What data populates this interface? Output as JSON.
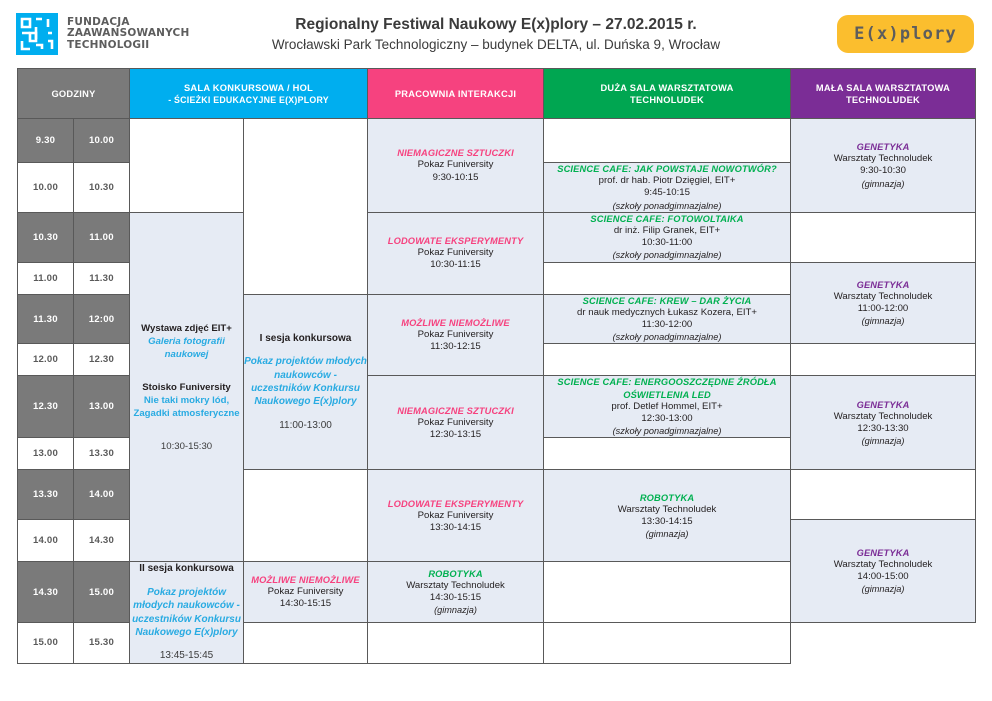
{
  "header": {
    "brand_name": "FUNDACJA\nZAAWANSOWANYCH\nTECHNOLOGII",
    "title_main": "Regionalny Festiwal Naukowy E(x)plory – 27.02.2015 r.",
    "title_sub": "Wrocławski Park Technologiczny – budynek DELTA, ul. Duńska 9, Wrocław",
    "logo_text": "E(x)plory"
  },
  "columns": {
    "godziny": "GODZINY",
    "sala_line1": "SALA KONKURSOWA / HOL",
    "sala_line2": "- Ścieżki edukacyjne E(x)plory",
    "pracownia": "PRACOWNIA INTERAKCJI",
    "duza_line1": "DUŻA SALA WARSZTATOWA",
    "duza_line2": "TECHNOLUDEK",
    "mala_line1": "MAŁA SALA WARSZTATOWA",
    "mala_line2": "TECHNOLUDEK"
  },
  "times": [
    {
      "from": "9.30",
      "to": "10.00"
    },
    {
      "from": "10.00",
      "to": "10.30"
    },
    {
      "from": "10.30",
      "to": "11.00"
    },
    {
      "from": "11.00",
      "to": "11.30"
    },
    {
      "from": "11.30",
      "to": "12:00"
    },
    {
      "from": "12.00",
      "to": "12.30"
    },
    {
      "from": "12.30",
      "to": "13.00"
    },
    {
      "from": "13.00",
      "to": "13.30"
    },
    {
      "from": "13.30",
      "to": "14.00"
    },
    {
      "from": "14.00",
      "to": "14.30"
    },
    {
      "from": "14.30",
      "to": "15.00"
    },
    {
      "from": "15.00",
      "to": "15.30"
    }
  ],
  "expo": {
    "head1": "Wystawa zdjęć EIT+",
    "sub1": "Galeria fotografii naukowej",
    "head2": "Stoisko Funiversity",
    "sub2": "Nie taki mokry lód, Zagadki atmosferyczne",
    "time": "10:30-15:30"
  },
  "sessions": [
    {
      "head": "I sesja konkursowa",
      "body": "Pokaz projektów młodych naukowców - uczestników Konkursu Naukowego E(x)plory",
      "time": "11:00-13:00"
    },
    {
      "head": "II sesja konkursowa",
      "body": "Pokaz projektów młodych naukowców - uczestników Konkursu Naukowego E(x)plory",
      "time": "13:45-15:45"
    }
  ],
  "pracownia_events": [
    {
      "title": "NIEMAGICZNE SZTUCZKI",
      "line": "Pokaz Funiversity",
      "time": "9:30-10:15"
    },
    {
      "title": "LODOWATE EKSPERYMENTY",
      "line": "Pokaz Funiversity",
      "time": "10:30-11:15"
    },
    {
      "title": "MOŻLIWE NIEMOŻLIWE",
      "line": "Pokaz Funiversity",
      "time": "11:30-12:15"
    },
    {
      "title": "NIEMAGICZNE SZTUCZKI",
      "line": "Pokaz Funiversity",
      "time": "12:30-13:15"
    },
    {
      "title": "LODOWATE EKSPERYMENTY",
      "line": "Pokaz Funiversity",
      "time": "13:30-14:15"
    },
    {
      "title": "MOŻLIWE NIEMOŻLIWE",
      "line": "Pokaz Funiversity",
      "time": "14:30-15:15"
    }
  ],
  "duza_events": [
    {
      "title": "SCIENCE CAFE: JAK POWSTAJE NOWOTWÓR?",
      "line": "prof. dr hab. Piotr Dzięgiel, EIT+",
      "time": "9:45-10:15",
      "note": "(szkoły ponadgimnazjalne)"
    },
    {
      "title": "SCIENCE CAFE: FOTOWOLTAIKA",
      "line": "dr inż. Filip Granek, EIT+",
      "time": "10:30-11:00",
      "note": "(szkoły ponadgimnazjalne)"
    },
    {
      "title": "SCIENCE CAFE: KREW – DAR ŻYCIA",
      "line": "dr nauk medycznych Łukasz Kozera, EIT+",
      "time": "11:30-12:00",
      "note": "(szkoły ponadgimnazjalne)"
    },
    {
      "title": "SCIENCE CAFE: ENERGOOSZCZĘDNE ŹRÓDŁA OŚWIETLENIA LED",
      "line": "prof. Detlef Hommel, EIT+",
      "time": "12:30-13:00",
      "note": "(szkoły ponadgimnazjalne)"
    },
    {
      "title": "ROBOTYKA",
      "line": "Warsztaty Technoludek",
      "time": "13:30-14:15",
      "note": "(gimnazja)"
    },
    {
      "title": "ROBOTYKA",
      "line": "Warsztaty Technoludek",
      "time": "14:30-15:15",
      "note": "(gimnazja)"
    }
  ],
  "mala_events": [
    {
      "title": "GENETYKA",
      "line": "Warsztaty Technoludek",
      "time": "9:30-10:30",
      "note": "(gimnazja)"
    },
    {
      "title": "GENETYKA",
      "line": "Warsztaty Technoludek",
      "time": "11:00-12:00",
      "note": "(gimnazja)"
    },
    {
      "title": "GENETYKA",
      "line": "Warsztaty Technoludek",
      "time": "12:30-13:30",
      "note": "(gimnazja)"
    },
    {
      "title": "GENETYKA",
      "line": "Warsztaty Technoludek",
      "time": "14:00-15:00",
      "note": "(gimnazja)"
    }
  ]
}
